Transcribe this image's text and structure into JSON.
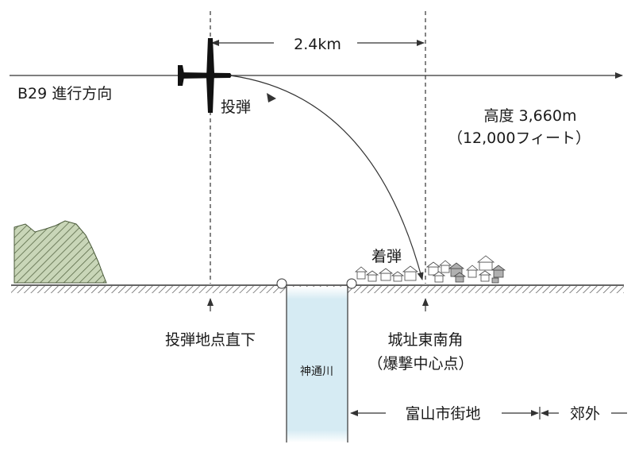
{
  "labels": {
    "distance": "2.4km",
    "direction": "B29 進行方向",
    "release": "投弾",
    "altitude": "高度 3,660m",
    "altitude_ft": "（12,000フィート）",
    "impact": "着弾",
    "release_point": "投弾地点直下",
    "castle_corner": "城址東南角",
    "hypocenter": "（爆撃中心点）",
    "river": "神通川",
    "city_area": "富山市街地",
    "suburb": "郊外"
  },
  "icons": {
    "aircraft": "b29-aircraft-icon",
    "hill": "hill-hatched-icon",
    "houses": "house-cluster-icon"
  },
  "colors": {
    "line": "#333333",
    "river": "#d8ecf4",
    "hill_fill": "#c9d6b8",
    "hill_hatch": "#5a6a48",
    "house_gray": "#b0b0b0",
    "plane": "#111111"
  }
}
